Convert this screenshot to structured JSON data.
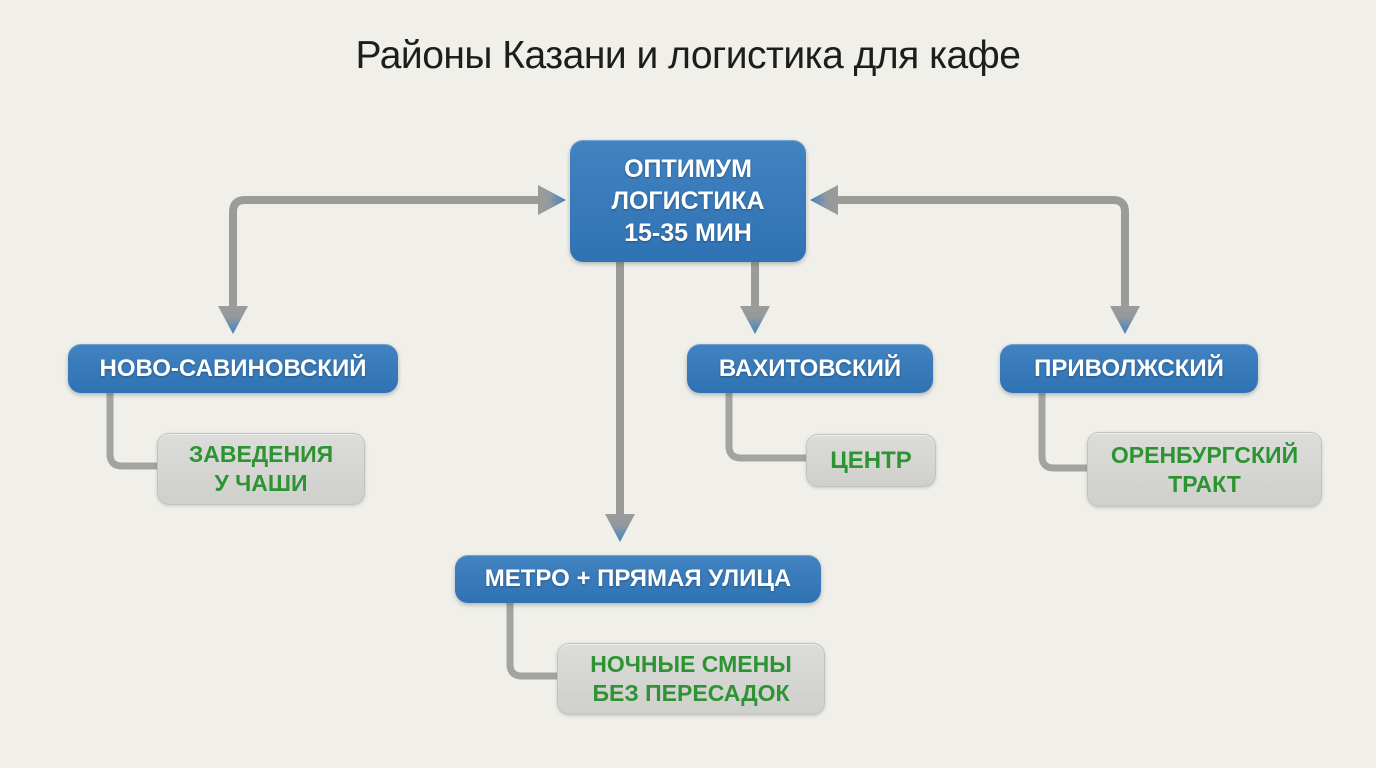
{
  "title": "Районы Казани и логистика для кафе",
  "colors": {
    "background": "#f0efe9",
    "title-color": "#1d1d1b",
    "node-blue": "#2f72b3",
    "node-blue-light": "#4283c1",
    "node-gray": "#cfcfcc",
    "green": "#2e9433",
    "arrow-gray": "#9b9b99",
    "arrow-tip-blue": "#3f82c3",
    "connector-gray": "#a3a3a1"
  },
  "diagram": {
    "center": {
      "label": "ОПТИМУМ\nЛОГИСТИКА\n15-35 МИН"
    },
    "nodes": [
      {
        "id": "novo-savinovsky",
        "label": "НОВО-САВИНОВСКИЙ",
        "sub": "ЗАВЕДЕНИЯ\nУ ЧАШИ"
      },
      {
        "id": "vakhitovsky",
        "label": "ВАХИТОВСКИЙ",
        "sub": "ЦЕНТР"
      },
      {
        "id": "privolzhsky",
        "label": "ПРИВОЛЖСКИЙ",
        "sub": "ОРЕНБУРГСКИЙ\nТРАКТ"
      },
      {
        "id": "metro",
        "label": "МЕТРО + ПРЯМАЯ УЛИЦА",
        "sub": "НОЧНЫЕ СМЕНЫ\nБЕЗ ПЕРЕСАДОК"
      }
    ]
  }
}
